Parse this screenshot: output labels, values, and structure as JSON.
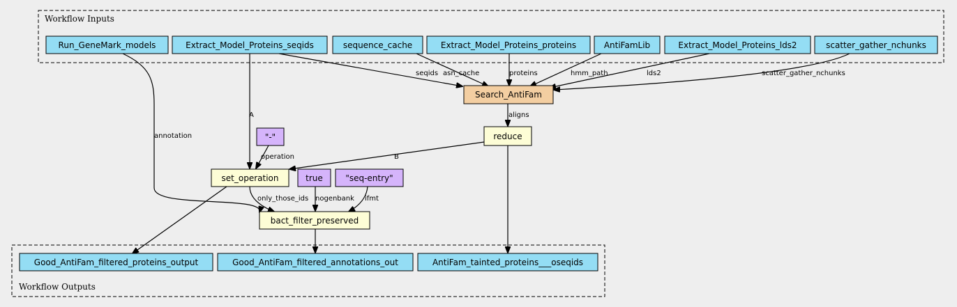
{
  "colors": {
    "input": "#94ddf4",
    "step": "#f3cea1",
    "expression": "#fdfdd6",
    "constant": "#d5b4fb",
    "output": "#94ddf4",
    "background": "#eeeeee"
  },
  "clusters": {
    "inputs": "Workflow Inputs",
    "outputs": "Workflow Outputs"
  },
  "inputs": {
    "run_genemark": "Run_GeneMark_models",
    "emp_seqids": "Extract_Model_Proteins_seqids",
    "sequence_cache": "sequence_cache",
    "emp_proteins": "Extract_Model_Proteins_proteins",
    "antifamlib": "AntiFamLib",
    "emp_lds2": "Extract_Model_Proteins_lds2",
    "scatter_gather": "scatter_gather_nchunks"
  },
  "steps": {
    "search_antifam": "Search_AntiFam",
    "reduce": "reduce",
    "set_operation": "set_operation",
    "bact_filter": "bact_filter_preserved"
  },
  "constants": {
    "dash": "\"-\"",
    "true_val": "true",
    "seq_entry": "\"seq-entry\""
  },
  "outputs": {
    "good_proteins": "Good_AntiFam_filtered_proteins_output",
    "good_annotations": "Good_AntiFam_filtered_annotations_out",
    "tainted": "AntiFam_tainted_proteins___oseqids"
  },
  "edge_labels": {
    "seqids": "seqids",
    "asn_cache": "asn_cache",
    "proteins": "proteins",
    "hmm_path": "hmm_path",
    "lds2": "lds2",
    "scatter_gather_nchunks": "scatter_gather_nchunks",
    "aligns": "aligns",
    "annotation": "annotation",
    "A": "A",
    "B": "B",
    "operation": "operation",
    "only_those_ids": "only_those_ids",
    "nogenbank": "nogenbank",
    "ifmt": "ifmt"
  }
}
